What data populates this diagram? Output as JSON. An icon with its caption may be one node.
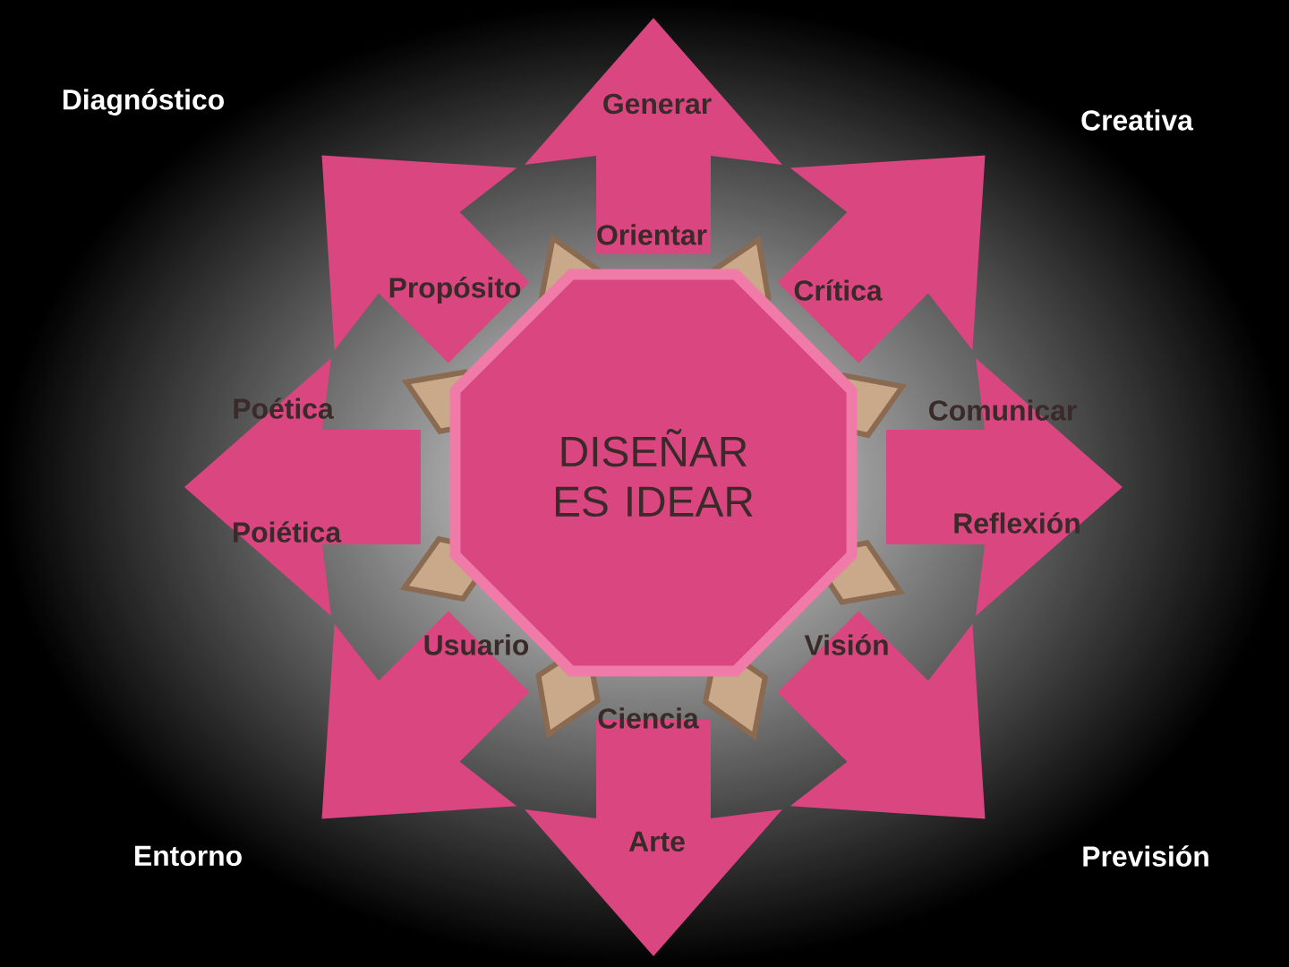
{
  "diagram": {
    "nodes": [
      {
        "text": [
          "DISEÑAR ES IDEAR"
        ]
      }
    ],
    "labels": [
      "Diagnóstico",
      "Generar",
      "Creativa",
      "Orientar",
      "Propósito",
      "Crítica",
      "Poética",
      "Comunicar",
      "Poiética",
      "Reflexión",
      "Usuario",
      "Visión",
      "Ciencia",
      "Arte",
      "Entorno",
      "Previsión"
    ]
  }
}
